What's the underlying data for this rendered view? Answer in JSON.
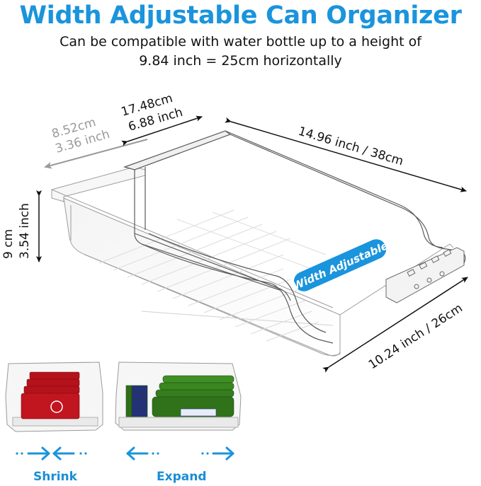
{
  "header": {
    "title": "Width Adjustable Can Organizer",
    "subtitle_line1": "Can be compatible with water bottle up to a height of",
    "subtitle_line2": "9.84 inch = 25cm horizontally"
  },
  "dimensions": {
    "min_width_cm": "8.52cm",
    "min_width_in": "3.36 inch",
    "max_width_cm": "17.48cm",
    "max_width_in": "6.88 inch",
    "length": "14.96 inch / 38cm",
    "height_cm": "9 cm",
    "height_in": "3.54 inch",
    "depth": "10.24 inch / 26cm"
  },
  "badge": {
    "label": "Width Adjustable",
    "color": "#1a94dc"
  },
  "modes": [
    {
      "label": "Shrink",
      "contents": "red soda cans"
    },
    {
      "label": "Expand",
      "contents": "green bottles"
    }
  ],
  "colors": {
    "accent": "#1a94dc",
    "text": "#111111",
    "dim_gray": "#9a9a9a"
  }
}
